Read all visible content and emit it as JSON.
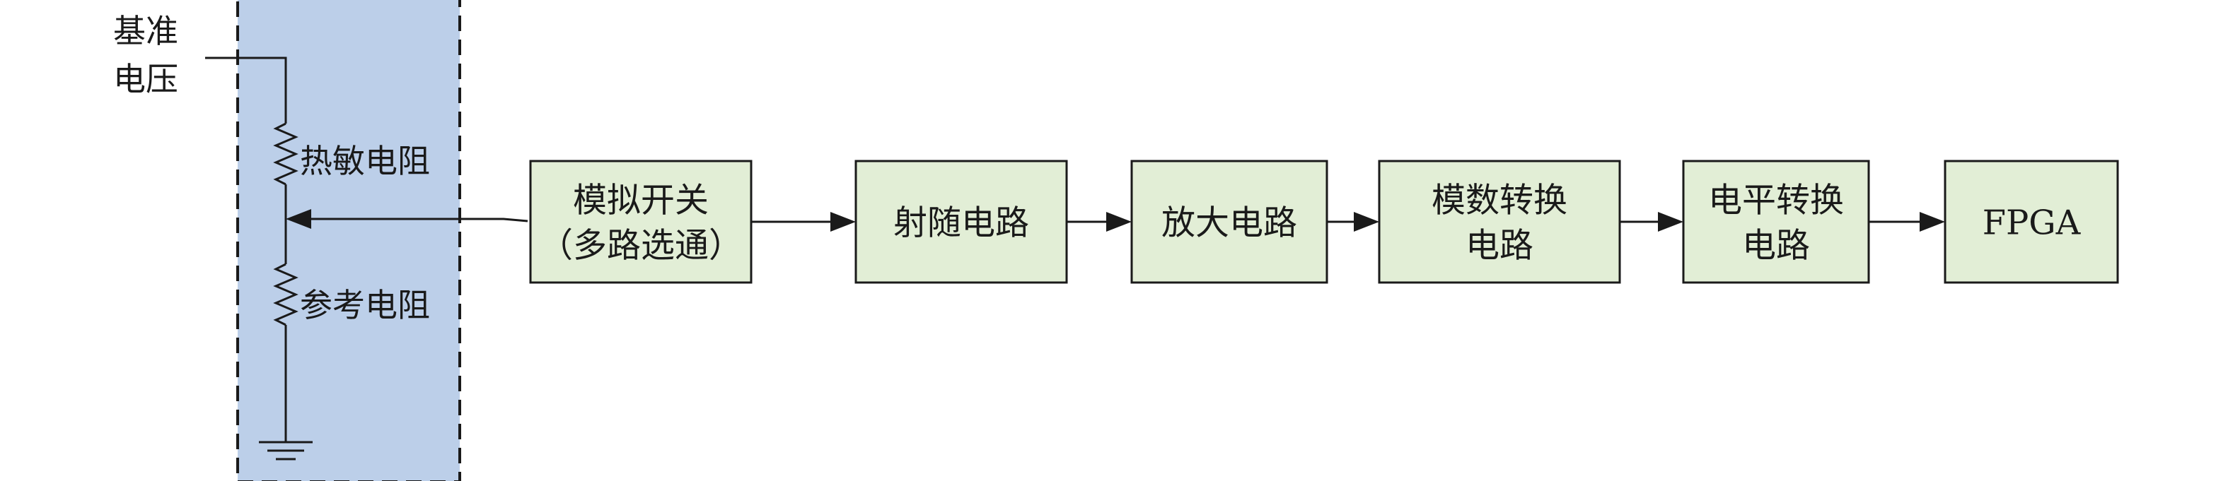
{
  "reference_voltage": {
    "line1": "基准",
    "line2": "电压"
  },
  "sensor_panel": {
    "thermistor_label": "热敏电阻",
    "reference_resistor_label": "参考电阻"
  },
  "blocks": [
    {
      "id": "analog-switch",
      "lines": [
        "模拟开关",
        "（多路选通）"
      ]
    },
    {
      "id": "emitter-follower",
      "lines": [
        "射随电路"
      ]
    },
    {
      "id": "amplifier",
      "lines": [
        "放大电路"
      ]
    },
    {
      "id": "adc",
      "lines": [
        "模数转换",
        "电路"
      ]
    },
    {
      "id": "level-shifter",
      "lines": [
        "电平转换",
        "电路"
      ]
    },
    {
      "id": "fpga",
      "lines": [
        "FPGA"
      ]
    }
  ],
  "colors": {
    "panel_fill": "#bccfe9",
    "block_fill": "#e2eed6",
    "stroke": "#1a1a1a"
  }
}
